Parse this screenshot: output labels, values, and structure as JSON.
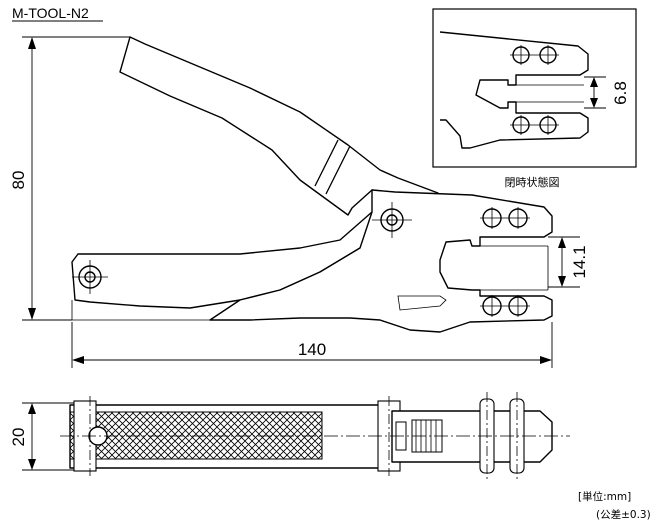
{
  "title": "M-TOOL-N2",
  "dimensions": {
    "height": "80",
    "length": "140",
    "jaw_open": "14.1",
    "jaw_closed": "6.8",
    "thickness": "20"
  },
  "inset_caption": "閉時状態図",
  "unit_note": "[単位:mm]",
  "tolerance_note": "(公差±0.3)"
}
